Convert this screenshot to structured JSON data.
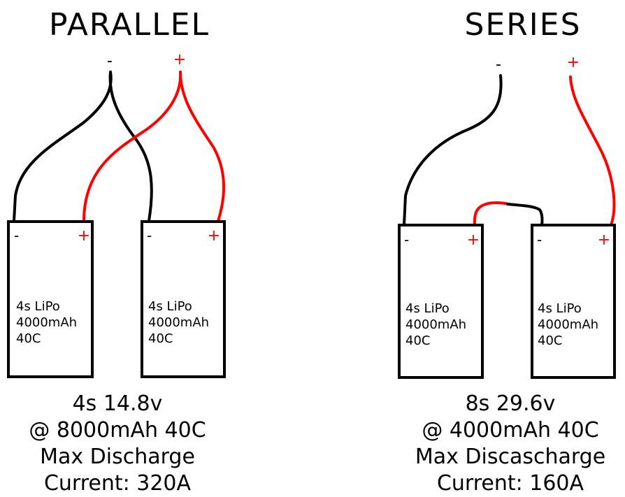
{
  "parallel": {
    "title": "PARALLEL",
    "wire_neg_label": "-",
    "wire_pos_label": "+",
    "batteries": [
      {
        "neg": "-",
        "pos": "+",
        "line1": "4s LiPo",
        "line2": "4000mAh",
        "line3": "40C"
      },
      {
        "neg": "-",
        "pos": "+",
        "line1": "4s LiPo",
        "line2": "4000mAh",
        "line3": "40C"
      }
    ],
    "summary": {
      "line1": "4s 14.8v",
      "line2": "@ 8000mAh 40C",
      "line3": "Max Discharge",
      "line4": "Current: 320A"
    }
  },
  "series": {
    "title": "SERIES",
    "wire_neg_label": "-",
    "wire_pos_label": "+",
    "batteries": [
      {
        "neg": "-",
        "pos": "+",
        "line1": "4s LiPo",
        "line2": "4000mAh",
        "line3": "40C"
      },
      {
        "neg": "-",
        "pos": "+",
        "line1": "4s LiPo",
        "line2": "4000mAh",
        "line3": "40C"
      }
    ],
    "summary": {
      "line1": "8s 29.6v",
      "line2": "@ 4000mAh 40C",
      "line3": "Max Discascharge",
      "line4": "Current: 160A"
    }
  },
  "colors": {
    "positive_wire": "#ff0000",
    "negative_wire": "#000000",
    "battery_outline": "#000000",
    "background": "#ffffff"
  }
}
